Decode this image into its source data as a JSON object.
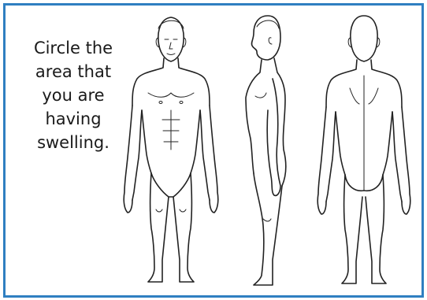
{
  "instruction": {
    "line1": "Circle the",
    "line2": "area that",
    "line3": "you are",
    "line4": "having",
    "line5": "swelling."
  },
  "colors": {
    "frame_border": "#2f7fc1",
    "outline": "#222222"
  },
  "figures": [
    "front-view",
    "side-view",
    "back-view"
  ]
}
